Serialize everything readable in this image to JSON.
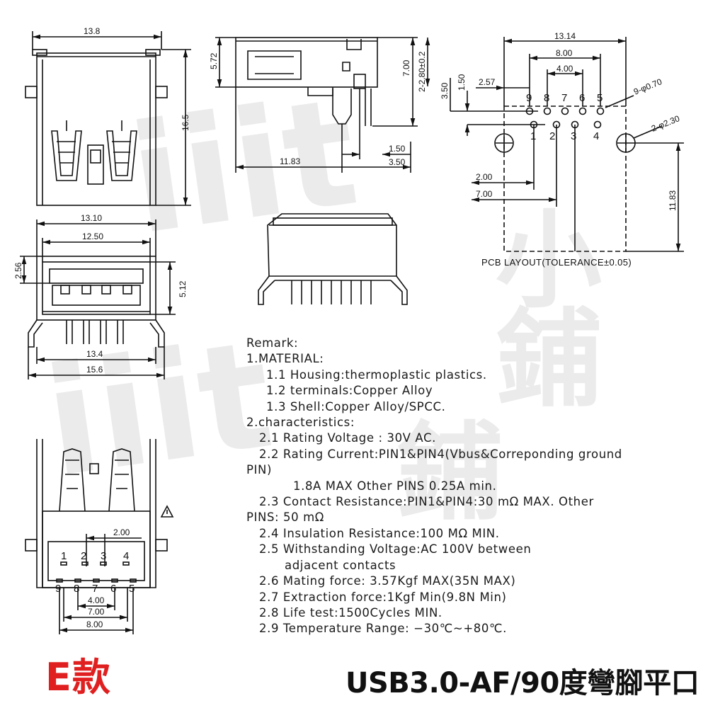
{
  "dimensions": {
    "top_width": "13.8",
    "top_height": "16.5",
    "side_height": "5.72",
    "side_pin_height": "7.00",
    "side_pin_dim": "2-2.80±0.2",
    "side_depth": "11.83",
    "side_pitch_a": "1.50",
    "side_pitch_b": "3.50",
    "front_outer": "13.10",
    "front_inner": "12.50",
    "front_left_h": "2.56",
    "front_right_h": "5.12",
    "front_base": "13.4",
    "front_total": "15.6",
    "pcb_total": "13.14",
    "pcb_row_span": "8.00",
    "pcb_mid_span": "4.00",
    "pcb_left_offset": "2.57",
    "pcb_row_offset": "1.50",
    "pcb_top_offset": "3.50",
    "pcb_small_hole": "9-φ0.70",
    "pcb_big_hole": "2-φ2.30",
    "pcb_lower_a": "2.00",
    "pcb_lower_b": "7.00",
    "pcb_depth": "11.83",
    "bottom_top_dim": "2.00",
    "bottom_a": "4.00",
    "bottom_b": "7.00",
    "bottom_c": "8.00"
  },
  "pins": {
    "top_row": [
      "9",
      "8",
      "7",
      "6",
      "5"
    ],
    "bottom_row": [
      "1",
      "2",
      "3",
      "4"
    ],
    "view_top": [
      "1",
      "2",
      "3",
      "4"
    ],
    "view_bottom": [
      "9",
      "8",
      "7",
      "6",
      "5"
    ]
  },
  "pcb_layout_label": "PCB LAYOUT(TOLERANCE±0.05)",
  "remarks": {
    "title": "Remark:",
    "material_header": "1.MATERIAL:",
    "m1": "1.1  Housing:thermoplastic  plastics.",
    "m2": "1.2  terminals:Copper  Alloy",
    "m3": "1.3  Shell:Copper  Alloy/SPCC.",
    "char_header": "2.characteristics:",
    "c1": "2.1  Rating  Voltage  :  30V  AC.",
    "c2": "2.2  Rating  Current:PIN1&PIN4(Vbus&Correponding  ground",
    "c2b": "PIN)",
    "c2c": "1.8A  MAX     Other  PINS  0.25A  min.",
    "c3": "2.3  Contact  Resistance:PIN1&PIN4:30  mΩ  MAX.  Other",
    "c3b": "PINS:  50  mΩ",
    "c4": "2.4  Insulation  Resistance:100  MΩ  MIN.",
    "c5": "2.5  Withstanding  Voltage:AC  100V  between",
    "c5b": "adjacent  contacts",
    "c6": "2.6  Mating  force:  3.57Kgf  MAX(35N  MAX)",
    "c7": "2.7  Extraction  force:1Kgf  Min(9.8N  Min)",
    "c8": "2.8  Life  test:1500Cycles  MIN.",
    "c9": "2.9  Temperature  Range:  −30℃~+80℃."
  },
  "variant_label": "E款",
  "product_title": "USB3.0-AF/90度彎腳平口",
  "watermark": "iiit 小鋪",
  "warning_icon": "warning-triangle-icon"
}
